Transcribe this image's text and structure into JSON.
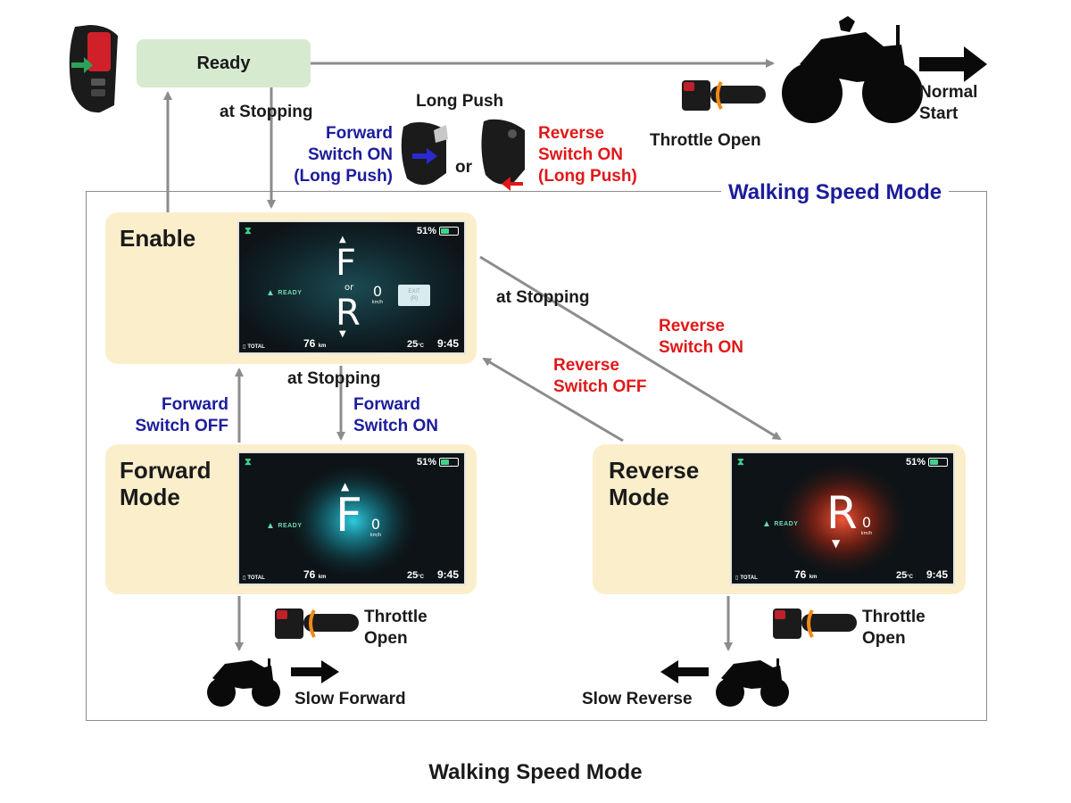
{
  "diagram": {
    "footer_title": "Walking Speed Mode",
    "frame_title": "Walking Speed Mode",
    "ready": {
      "label": "Ready"
    },
    "normal_start": {
      "line1": "Normal",
      "line2": "Start"
    },
    "throttle_open_top": "Throttle Open",
    "long_push": "Long Push",
    "or_text": "or",
    "forward_switch_on_long": {
      "line1": "Forward",
      "line2": "Switch ON",
      "line3": "(Long Push)"
    },
    "reverse_switch_on_long": {
      "line1": "Reverse",
      "line2": "Switch ON",
      "line3": "(Long Push)"
    },
    "at_stopping_top": "at Stopping",
    "at_stopping_mid": "at Stopping",
    "at_stopping_right": "at Stopping",
    "forward_switch_off": {
      "line1": "Forward",
      "line2": "Switch OFF"
    },
    "forward_switch_on": {
      "line1": "Forward",
      "line2": "Switch ON"
    },
    "reverse_switch_off": {
      "line1": "Reverse",
      "line2": "Switch OFF"
    },
    "reverse_switch_on": {
      "line1": "Reverse",
      "line2": "Switch ON"
    },
    "enable": {
      "title": "Enable"
    },
    "forward_mode": {
      "title_line1": "Forward",
      "title_line2": "Mode"
    },
    "reverse_mode": {
      "title_line1": "Reverse",
      "title_line2": "Mode"
    },
    "throttle_open_left": {
      "line1": "Throttle",
      "line2": "Open"
    },
    "throttle_open_right": {
      "line1": "Throttle",
      "line2": "Open"
    },
    "slow_forward": "Slow Forward",
    "slow_reverse": "Slow Reverse"
  },
  "screens": {
    "enable": {
      "battery": "51%",
      "status": "READY",
      "gear_top": "F",
      "gear_or": "or",
      "gear_bottom": "R",
      "speed": "0",
      "speed_unit": "km/h",
      "exit_line1": "EXIT",
      "exit_line2": "(R)",
      "total_label": "TOTAL",
      "odo": "76",
      "odo_unit": "km",
      "temp": "25",
      "temp_unit": "°C",
      "time": "9:45"
    },
    "forward": {
      "battery": "51%",
      "status": "READY",
      "gear": "F",
      "speed": "0",
      "speed_unit": "km/h",
      "total_label": "TOTAL",
      "odo": "76",
      "odo_unit": "km",
      "temp": "25",
      "temp_unit": "°C",
      "time": "9:45"
    },
    "reverse": {
      "battery": "51%",
      "status": "READY",
      "gear": "R",
      "speed": "0",
      "speed_unit": "km/h",
      "total_label": "TOTAL",
      "odo": "76",
      "odo_unit": "km",
      "temp": "25",
      "temp_unit": "°C",
      "time": "9:45"
    }
  },
  "battery_level": 0.51,
  "colors": {
    "blue_text": "#1c1c9c",
    "red_text": "#e01818",
    "ready_fill": "#d6ead0",
    "state_fill": "#fbeecb",
    "arrow": "#8c8c8c",
    "forward_glow": "#2fd6ea",
    "reverse_glow": "#ff3c20"
  }
}
